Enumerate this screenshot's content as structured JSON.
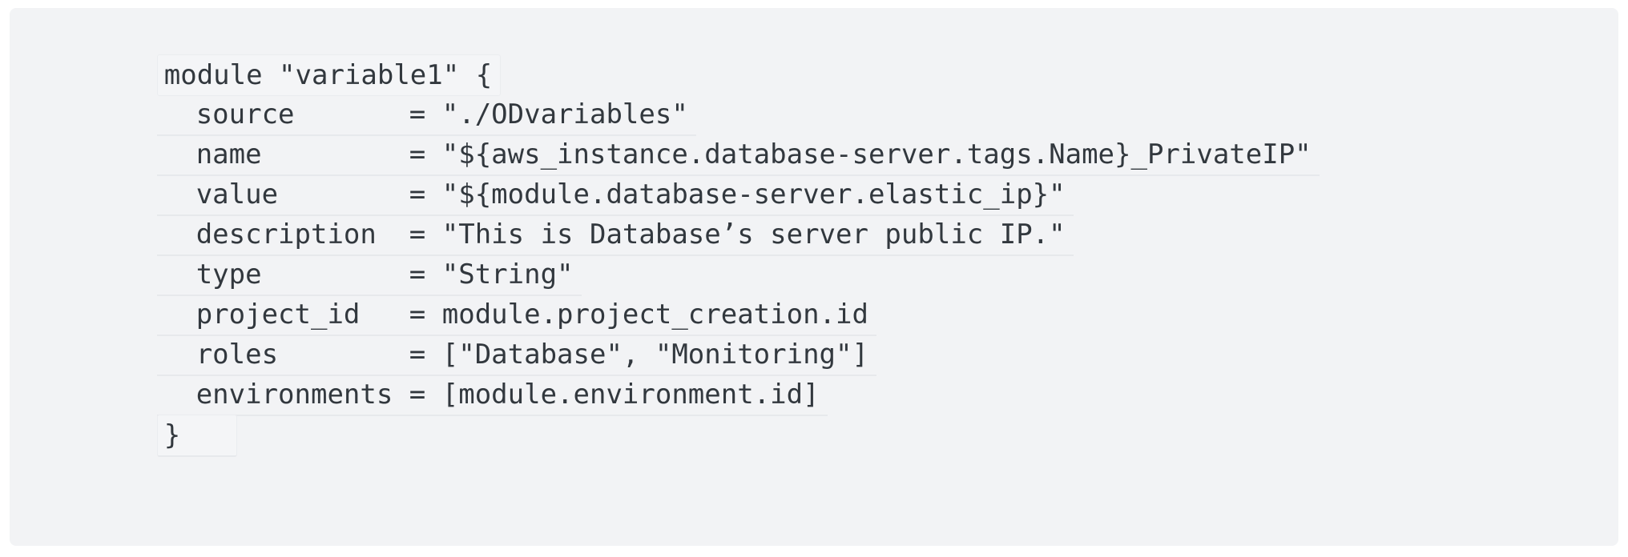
{
  "code_block": {
    "language": "terraform",
    "colors": {
      "panel_background": "#f2f3f5",
      "page_background": "#ffffff",
      "text": "#32383e",
      "separator": "#e7e9ec"
    },
    "lines": [
      {
        "id": "module-open",
        "text": "module \"variable1\" {"
      },
      {
        "id": "source",
        "text": "  source       = \"./ODvariables\""
      },
      {
        "id": "name",
        "text": "  name         = \"${aws_instance.database-server.tags.Name}_PrivateIP\""
      },
      {
        "id": "value",
        "text": "  value        = \"${module.database-server.elastic_ip}\""
      },
      {
        "id": "description",
        "text": "  description  = \"This is Database’s server public IP.\""
      },
      {
        "id": "type",
        "text": "  type         = \"String\""
      },
      {
        "id": "project-id",
        "text": "  project_id   = module.project_creation.id"
      },
      {
        "id": "roles",
        "text": "  roles        = [\"Database\", \"Monitoring\"]"
      },
      {
        "id": "environments",
        "text": "  environments = [module.environment.id]"
      },
      {
        "id": "module-close",
        "text": "}"
      }
    ],
    "attributes": {
      "source": "./ODvariables",
      "name": "${aws_instance.database-server.tags.Name}_PrivateIP",
      "value": "${module.database-server.elastic_ip}",
      "description": "This is Database’s server public IP.",
      "type": "String",
      "project_id": "module.project_creation.id",
      "roles": [
        "Database",
        "Monitoring"
      ],
      "environments": [
        "module.environment.id"
      ]
    },
    "module_name": "variable1"
  }
}
